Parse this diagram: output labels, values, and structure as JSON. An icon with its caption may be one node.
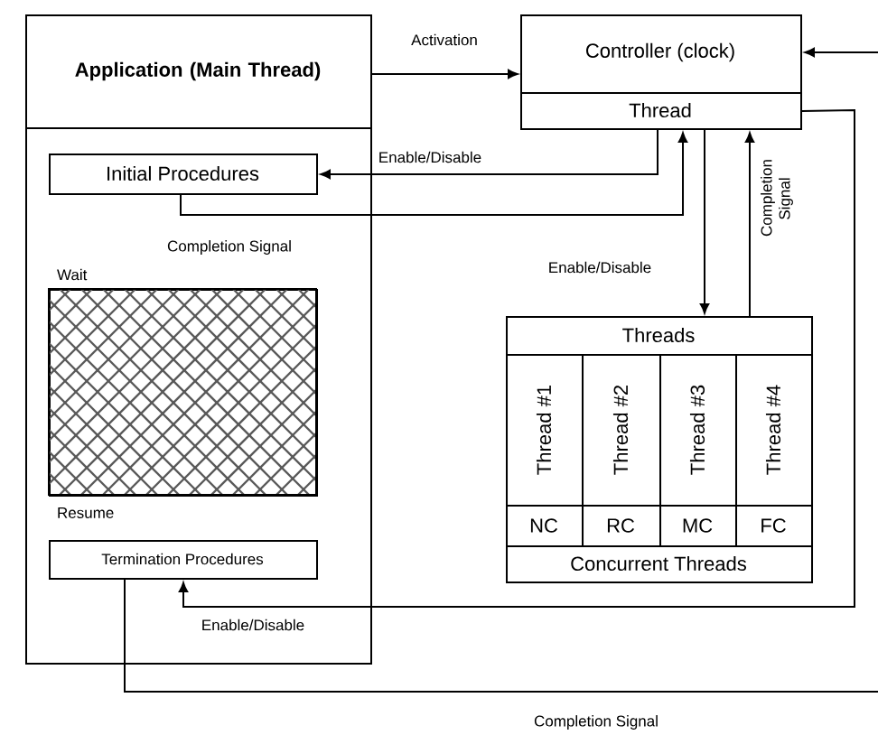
{
  "diagram": {
    "nodes": [
      {
        "text": [
          "Application (Main Thread)"
        ]
      },
      {
        "text": [
          "Controller (clock)"
        ]
      },
      {
        "text": [
          "Thread"
        ],
        "in": 1
      },
      {
        "text": [
          "Initial Procedures"
        ],
        "in": 0
      },
      {
        "text": [],
        "shape": "box",
        "in": 0,
        "beside": [
          "Wait",
          "Resume"
        ]
      },
      {
        "text": [
          "Termination Procedures"
        ],
        "in": 0
      },
      {
        "text": [
          "Threads",
          "Concurrent Threads"
        ]
      },
      {
        "text": [
          "Thread #1",
          "NC"
        ],
        "in": 6
      },
      {
        "text": [
          "Thread #2",
          "RC"
        ],
        "in": 6
      },
      {
        "text": [
          "Thread #3",
          "MC"
        ],
        "in": 6
      },
      {
        "text": [
          "Thread #4",
          "FC"
        ],
        "in": 6
      }
    ],
    "edges": [
      {
        "from": 0,
        "to": 1,
        "arrow": "to",
        "label": "Activation"
      },
      {
        "from": null,
        "to": 1,
        "arrow": "to"
      },
      {
        "from": 2,
        "to": 3,
        "arrow": "to",
        "label": "Enable/Disable"
      },
      {
        "from": 3,
        "to": 2,
        "arrow": "to"
      },
      {
        "from": 2,
        "to": 6,
        "arrow": "to",
        "label": "Enable/Disable"
      },
      {
        "from": 6,
        "to": 2,
        "arrow": "to",
        "label": "Completion Signal"
      },
      {
        "from": 2,
        "to": 5,
        "arrow": "to",
        "label": "Enable/Disable"
      },
      {
        "from": 5,
        "to": null,
        "arrow": "none",
        "label": "Completion Signal"
      }
    ],
    "labels": [
      "Completion Signal"
    ]
  }
}
